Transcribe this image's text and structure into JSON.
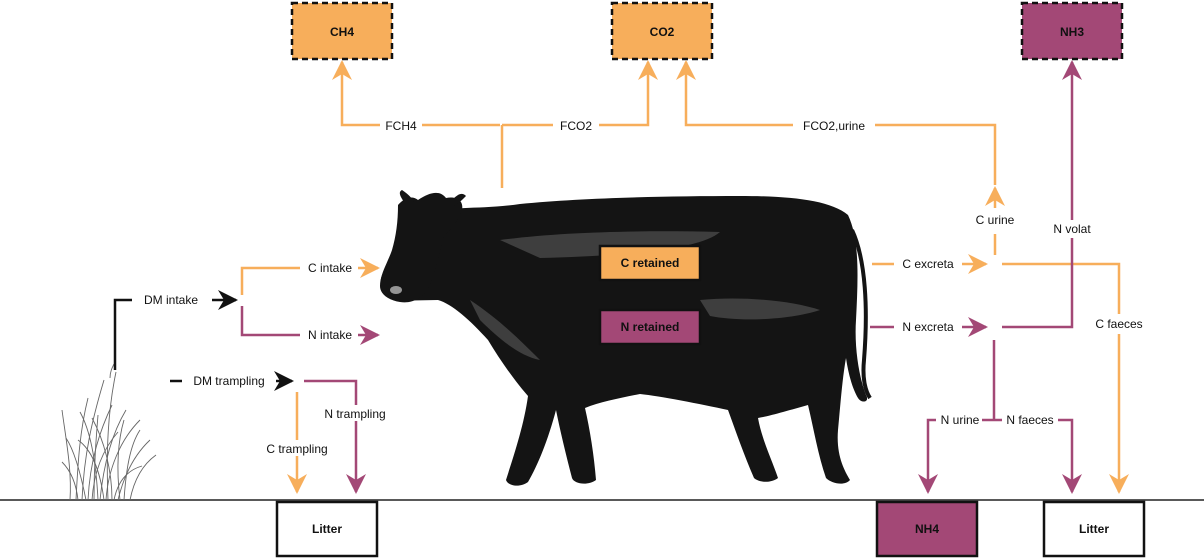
{
  "colors": {
    "carbon": "#F7AE5B",
    "nitrogen": "#A34876",
    "ink": "#111111",
    "white": "#FFFFFF"
  },
  "boxes": {
    "ch4": "CH4",
    "co2": "CO2",
    "nh3": "NH3",
    "c_retained": "C retained",
    "n_retained": "N retained",
    "litter_left": "Litter",
    "nh4": "NH4",
    "litter_right": "Litter"
  },
  "flows": {
    "fch4": "FCH4",
    "fco2": "FCO2",
    "fco2_urine": "FCO2,urine",
    "dm_intake": "DM intake",
    "c_intake": "C intake",
    "n_intake": "N intake",
    "dm_trampling": "DM trampling",
    "n_trampling": "N trampling",
    "c_trampling": "C trampling",
    "c_excreta": "C excreta",
    "n_excreta": "N excreta",
    "c_urine": "C urine",
    "n_volat": "N volat",
    "c_faeces": "C faeces",
    "n_urine": "N urine",
    "n_faeces": "N faeces"
  },
  "illustrations": {
    "cow": "cow-illustration",
    "grass": "grass-tuft"
  }
}
